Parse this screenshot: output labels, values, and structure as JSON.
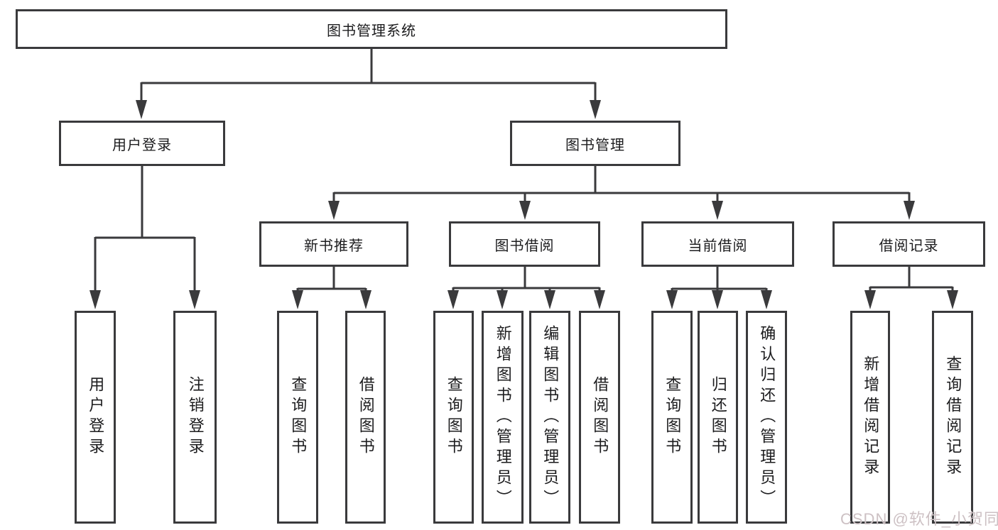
{
  "diagram": {
    "title": "图书管理系统",
    "nodes": {
      "root": {
        "label": "图书管理系统"
      },
      "user_login": {
        "label": "用户登录"
      },
      "book_mgmt": {
        "label": "图书管理"
      },
      "new_book_rec": {
        "label": "新书推荐"
      },
      "book_borrow": {
        "label": "图书借阅"
      },
      "current_borrow": {
        "label": "当前借阅"
      },
      "borrow_record": {
        "label": "借阅记录"
      },
      "leaf_user_login": {
        "label": "用户登录"
      },
      "leaf_logout": {
        "label": "注销登录"
      },
      "leaf_query_book_1": {
        "label": "查询图书"
      },
      "leaf_borrow_book_1": {
        "label": "借阅图书"
      },
      "leaf_query_book_2": {
        "label": "查询图书"
      },
      "leaf_add_book": {
        "label": "新增图书（管理员）"
      },
      "leaf_edit_book": {
        "label": "编辑图书（管理员）"
      },
      "leaf_borrow_book_2": {
        "label": "借阅图书"
      },
      "leaf_query_book_3": {
        "label": "查询图书"
      },
      "leaf_return_book": {
        "label": "归还图书"
      },
      "leaf_confirm_return": {
        "label": "确认归还（管理员）"
      },
      "leaf_add_record": {
        "label": "新增借阅记录"
      },
      "leaf_query_record": {
        "label": "查询借阅记录"
      }
    },
    "edges": [
      "图书管理系统 -> 用户登录",
      "图书管理系统 -> 图书管理",
      "用户登录 -> 用户登录(叶), 注销登录",
      "图书管理 -> 新书推荐, 图书借阅, 当前借阅, 借阅记录",
      "新书推荐 -> 查询图书, 借阅图书",
      "图书借阅 -> 查询图书, 新增图书（管理员）, 编辑图书（管理员）, 借阅图书",
      "当前借阅 -> 查询图书, 归还图书, 确认归还（管理员）",
      "借阅记录 -> 新增借阅记录, 查询借阅记录"
    ],
    "colors": {
      "line": "#3a3a3c",
      "box_border": "#3a3a3c",
      "box_fill": "#ffffff",
      "text": "#1c1c1e",
      "watermark": "#cdc1c4"
    }
  },
  "watermark": {
    "text": "CSDN @软件_小贺同学"
  }
}
